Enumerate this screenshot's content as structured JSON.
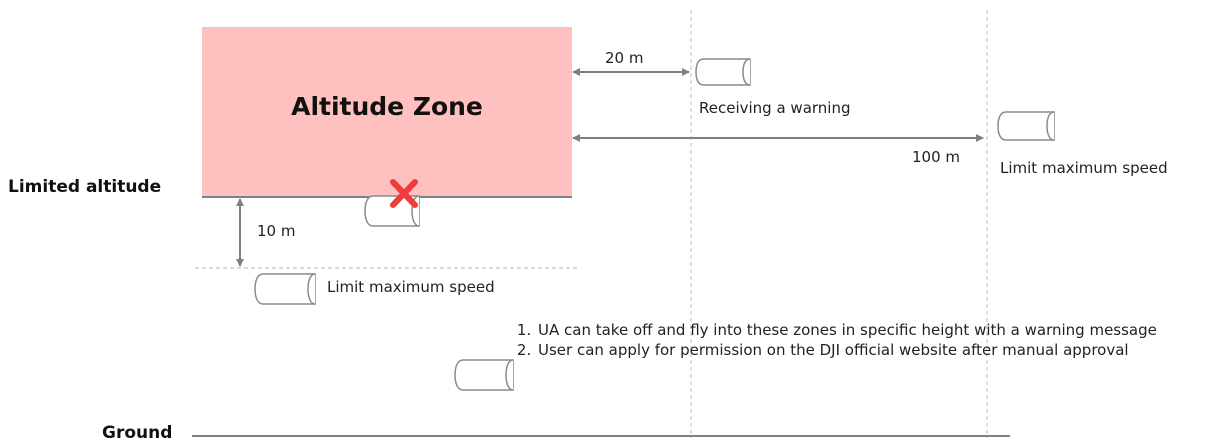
{
  "zone": {
    "title": "Altitude Zone",
    "fill_color": "#ffc0c0"
  },
  "labels": {
    "limited_altitude": "Limited altitude",
    "ground": "Ground"
  },
  "distances": {
    "d20": "20 m",
    "d100": "100 m",
    "d10": "10 m"
  },
  "drones": {
    "warning": "Receiving a warning",
    "limit_right": "Limit maximum speed",
    "limit_below": "Limit maximum speed"
  },
  "notes": [
    "UA can take off and fly into these zones in specific height with a warning message",
    "User can apply for permission on the DJI official website after manual approval"
  ],
  "colors": {
    "line": "#808080",
    "dashed": "#c8c8c8",
    "cross": "#f03c3c"
  },
  "icons": [
    "drone-cylinder-icon",
    "cross-icon",
    "double-arrow-icon"
  ]
}
